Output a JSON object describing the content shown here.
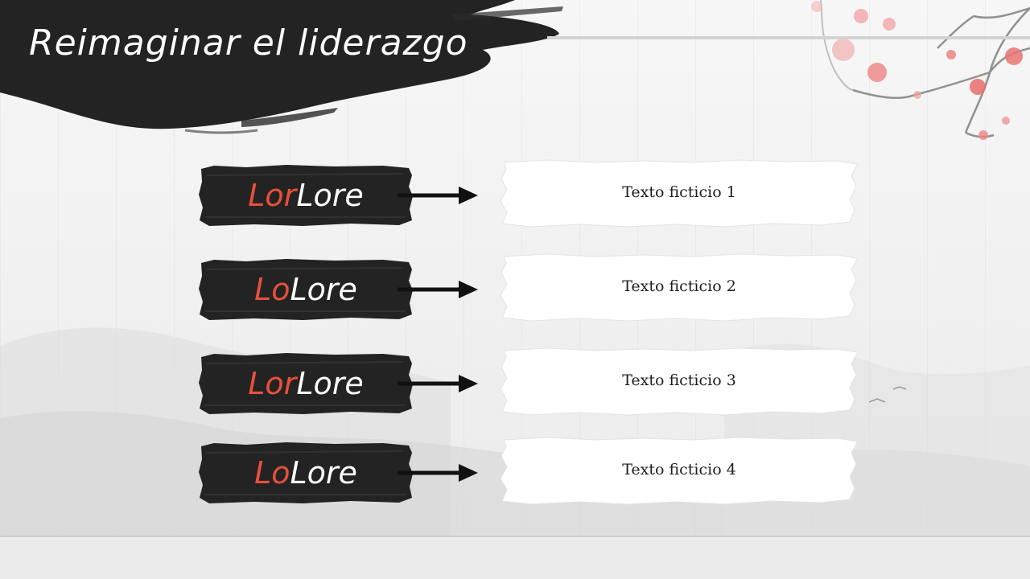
{
  "slide": {
    "title": "Reimaginar el liderazgo",
    "accent_color": "#e8503a",
    "ink_color": "#222222",
    "items": [
      {
        "label_accent": "Lor",
        "label_rest": "Lore",
        "text": "Texto ficticio 1"
      },
      {
        "label_accent": "Lo",
        "label_rest": "Lore",
        "text": "Texto ficticio 2"
      },
      {
        "label_accent": "Lor",
        "label_rest": "Lore",
        "text": "Texto ficticio 3"
      },
      {
        "label_accent": "Lo",
        "label_rest": "Lore",
        "text": "Texto ficticio 4"
      }
    ],
    "decorations": [
      "ink-brush-stroke",
      "plum-blossom-branch",
      "misty-mountains"
    ],
    "icons": [
      "arrow-right-icon"
    ]
  }
}
